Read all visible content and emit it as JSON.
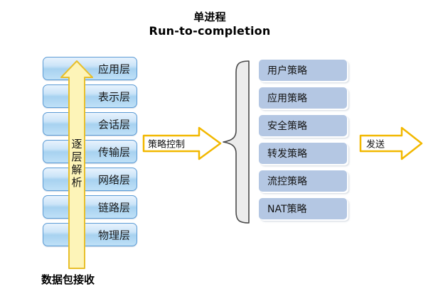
{
  "title": {
    "line1": "单进程",
    "line2": "Run-to-completion"
  },
  "osi_stack": {
    "name": "OSI 协议栈",
    "layers": [
      {
        "label": "应用层"
      },
      {
        "label": "表示层"
      },
      {
        "label": "会话层"
      },
      {
        "label": "传输层"
      },
      {
        "label": "网络层"
      },
      {
        "label": "链路层"
      },
      {
        "label": "物理层"
      }
    ]
  },
  "up_arrow": {
    "label_chars": [
      "逐",
      "层",
      "解",
      "析"
    ],
    "label_full": "逐层解析",
    "fill_color": "#fdf4b8",
    "border_color": "#e8bf2b"
  },
  "bottom_caption": {
    "label": "数据包接收"
  },
  "policy_arrow": {
    "label": "策略控制",
    "fill_color": "#ffffff",
    "border_color": "#f2b800"
  },
  "send_arrow": {
    "label": "发送",
    "fill_color": "#ffffff",
    "border_color": "#f2b800"
  },
  "brace": {
    "name": "左大括号",
    "fill_color": "#ececec",
    "border_color": "#555555"
  },
  "policy_stack": {
    "name": "策略列表",
    "box_color": "#b4c7e3",
    "items": [
      {
        "label": "用户策略"
      },
      {
        "label": "应用策略"
      },
      {
        "label": "安全策略"
      },
      {
        "label": "转发策略"
      },
      {
        "label": "流控策略"
      },
      {
        "label": "NAT策略"
      }
    ]
  },
  "colors": {
    "layer_border": "#5b9bd5",
    "layer_fill_top": "#e8f3fd",
    "layer_fill_mid": "#a7d2f0",
    "background": "#ffffff",
    "text": "#111111"
  }
}
